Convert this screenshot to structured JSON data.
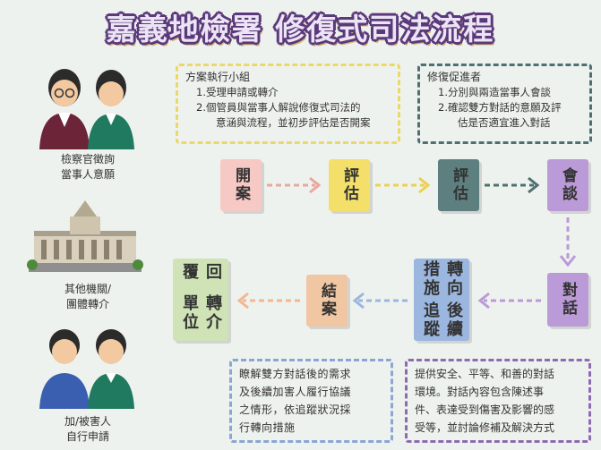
{
  "title": "嘉義地檢署 修復式司法流程",
  "sources": [
    {
      "label_line1": "檢察官徵詢",
      "label_line2": "當事人意願"
    },
    {
      "label_line1": "其他機關/",
      "label_line2": "團體轉介"
    },
    {
      "label_line1": "加/被害人",
      "label_line2": "自行申請"
    }
  ],
  "box_exec": {
    "heading": "方案執行小組",
    "item1": "1.受理申請或轉介",
    "item2": "2.個管員與當事人解說修復式司法的",
    "item2_cont": "意涵與流程，並初步評估是否開案"
  },
  "box_promoter": {
    "heading": "修復促進者",
    "item1": "1.分別與兩造當事人會談",
    "item2": "2.確認雙方對話的意願及評",
    "item2_cont": "估是否適宜進入對話"
  },
  "steps": {
    "open": "開案",
    "assess1": "評估",
    "assess2": "評估",
    "interview": "會談",
    "dialogue": "對話",
    "followup_a": "轉向措施",
    "followup_b": "後續追蹤",
    "close": "結案",
    "return_a": "回覆",
    "return_b": "轉介單位"
  },
  "box_followup": {
    "line1": "瞭解雙方對話後的需求",
    "line2": "及後續加害人履行協議",
    "line3": "之情形，依追蹤狀況採",
    "line4": "行轉向措施"
  },
  "box_dialogue": {
    "line1": "提供安全、平等、和善的對話",
    "line2": "環境。對話內容包含陳述事",
    "line3": "件、表達受到傷害及影響的感",
    "line4": "受等，並討論修補及解決方式"
  },
  "colors": {
    "title_outline": "#5a3a7a",
    "open": "#f6c9c4",
    "assess1": "#f3df6a",
    "assess2": "#5d7f7f",
    "interview": "#bb9ad8",
    "dialogue": "#bb9ad8",
    "followup": "#9bb6df",
    "close": "#f1c6a2",
    "return": "#cfe3b6",
    "box_yellow": "#ecd86a",
    "box_teal": "#4f7070",
    "box_blue": "#8aa6d3",
    "box_purple": "#8d6bb0"
  }
}
